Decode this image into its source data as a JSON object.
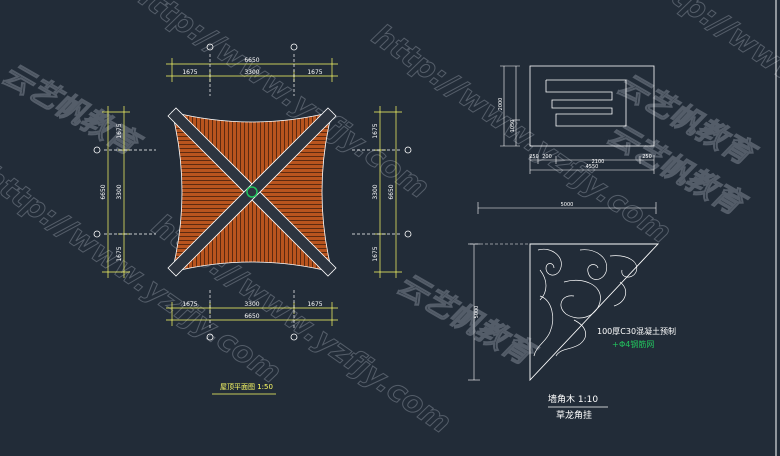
{
  "colors": {
    "background": "#222c38",
    "dimension_line": "#ffff66",
    "dimension_text": "#ffffff",
    "drawing_line": "#ffffff",
    "tile": "#b8541e",
    "tile_dark": "#5c2a10",
    "ridge_fill": "#2d3540",
    "center_circle": "#22c55e",
    "green_text": "#22c55e",
    "watermark": "#7e8691"
  },
  "plan": {
    "top_overall": "6650",
    "top_segments": [
      "1675",
      "3300",
      "1675"
    ],
    "bottom_overall": "6650",
    "bottom_segments": [
      "1675",
      "3300",
      "1675"
    ],
    "left_overall": "6650",
    "left_segments": [
      "1675",
      "3300",
      "1675"
    ],
    "right_overall": "6650",
    "right_segments": [
      "1675",
      "3300",
      "1675"
    ],
    "caption": "屋顶平面图  1:50"
  },
  "panel": {
    "top_dims": [
      "250",
      "200",
      "2100",
      "250"
    ],
    "bottom_overall": "4550",
    "left_dims": [
      "2000",
      "1050"
    ]
  },
  "bracket": {
    "top_dim": "5000",
    "left_dim": "5000",
    "note_line1": "100厚C30混凝土预制",
    "note_line2": "Φ4钢筋网",
    "title": "墙角木  1:10",
    "subtitle": "草龙角挂"
  },
  "watermarks": [
    "http://www.yzfjy.com",
    "云艺帆教育"
  ]
}
